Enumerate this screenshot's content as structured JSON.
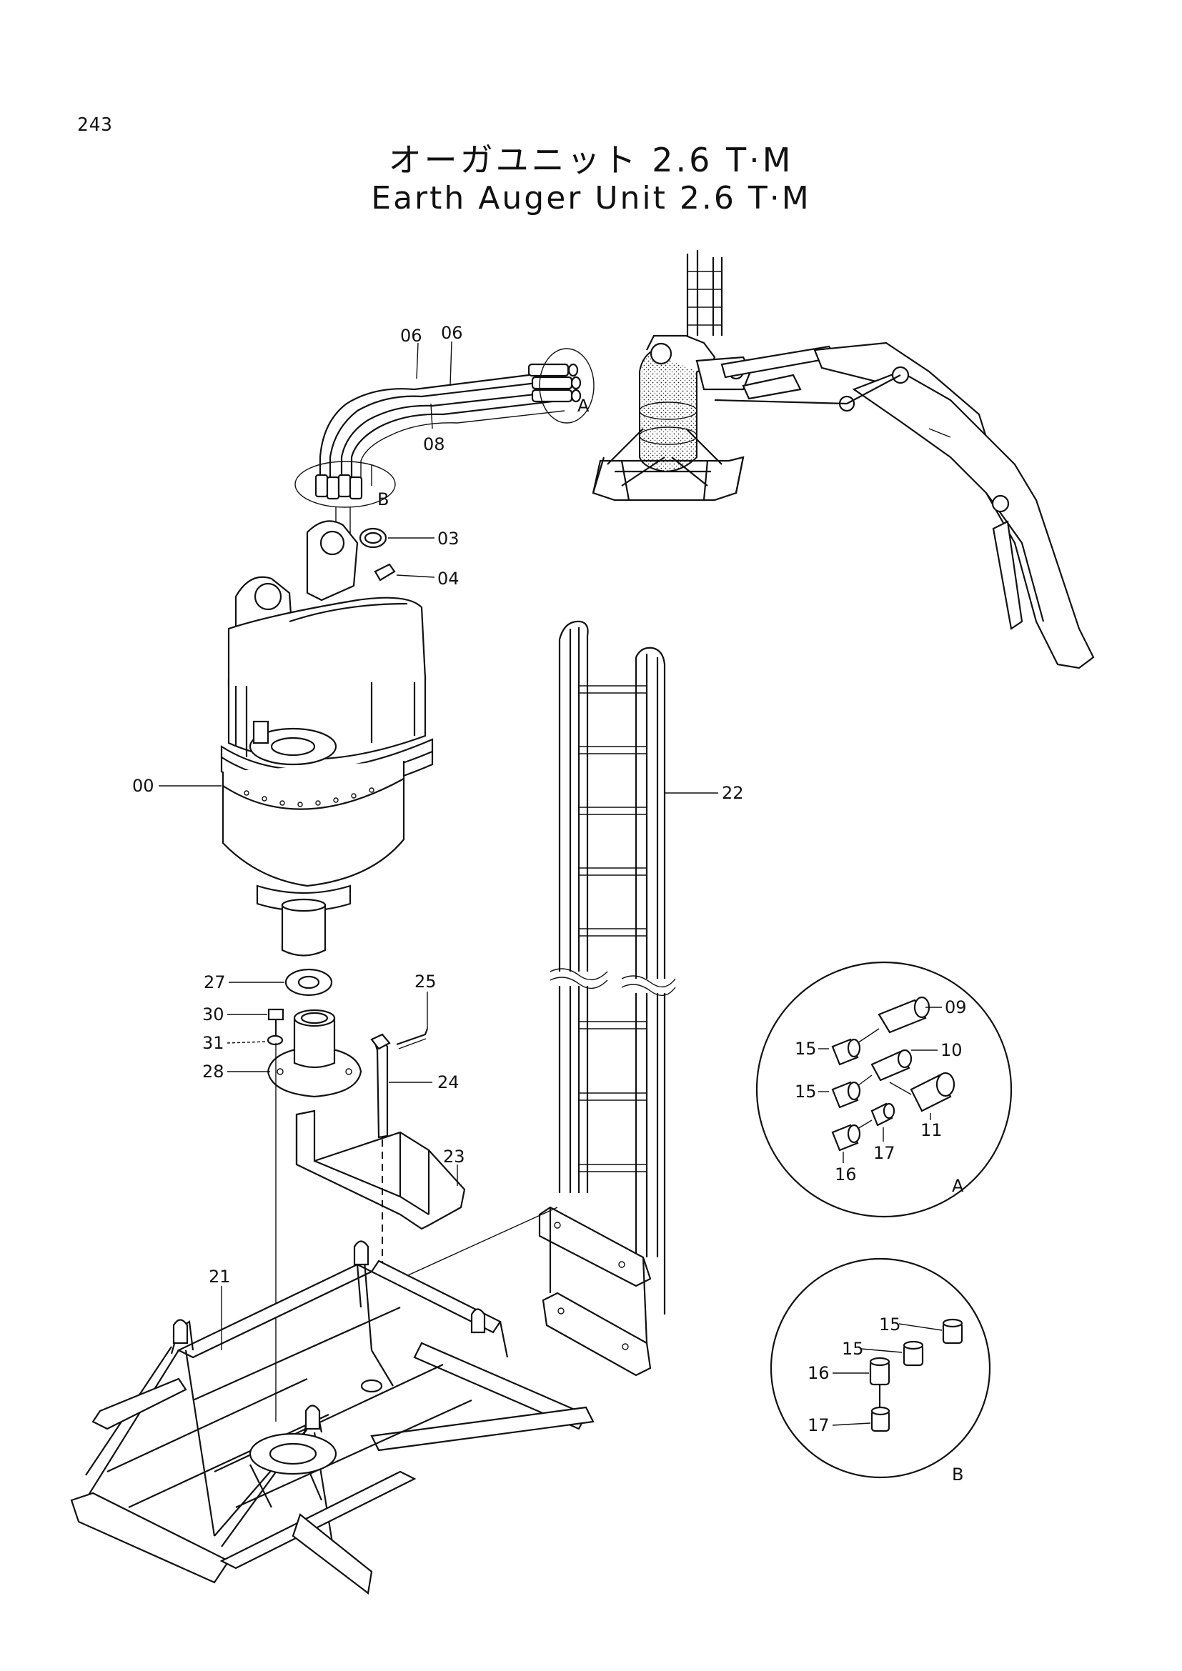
{
  "page_number": "243",
  "title_jp": "オーガユニット 2.6 T·M",
  "title_en": "Earth Auger Unit 2.6 T·M",
  "detail_labels": {
    "a": "A",
    "b": "B"
  },
  "callouts": {
    "c00": "00",
    "c03": "03",
    "c04": "04",
    "c06a": "06",
    "c06b": "06",
    "c08": "08",
    "c09": "09",
    "c10": "10",
    "c11": "11",
    "c15a1": "15",
    "c15a2": "15",
    "c16a": "16",
    "c17a": "17",
    "c21": "21",
    "c22": "22",
    "c23": "23",
    "c24": "24",
    "c25": "25",
    "c27": "27",
    "c28": "28",
    "c30": "30",
    "c31": "31",
    "c15b1": "15",
    "c15b2": "15",
    "c16b": "16",
    "c17b": "17"
  }
}
